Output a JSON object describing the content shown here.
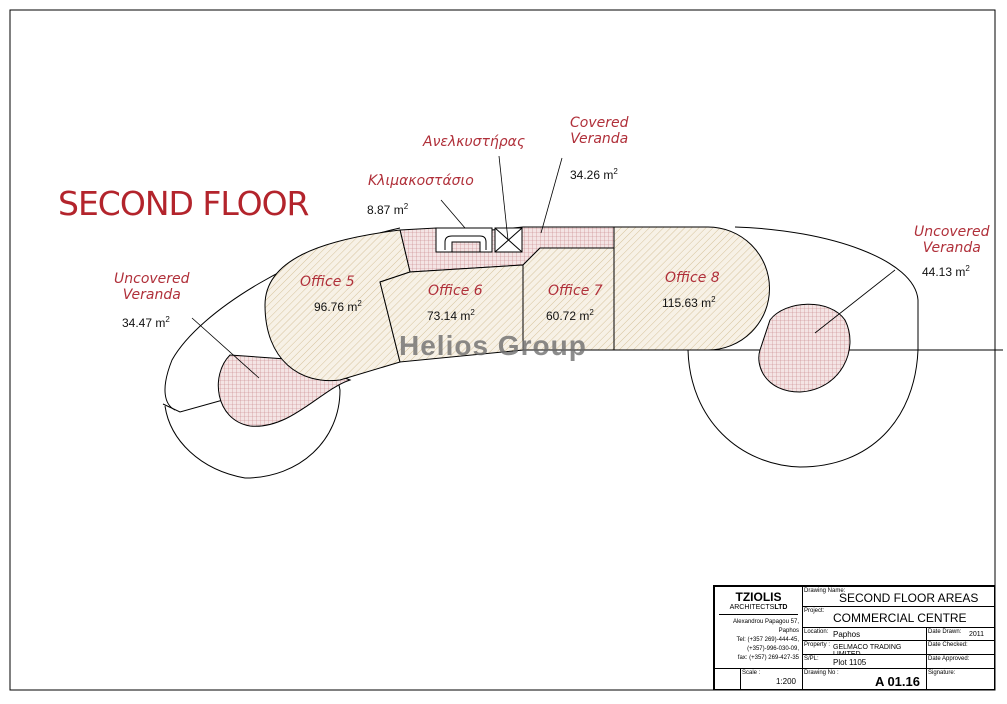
{
  "title": "SECOND FLOOR",
  "watermark": "Helios Group",
  "rooms": [
    {
      "name": "Office 5",
      "area": "96.76 m"
    },
    {
      "name": "Office 6",
      "area": "73.14 m"
    },
    {
      "name": "Office 7",
      "area": "60.72 m"
    },
    {
      "name": "Office 8",
      "area": "115.63 m"
    }
  ],
  "labels": {
    "stair": {
      "name": "Κλιμακοστάσιο",
      "area": "8.87 m"
    },
    "lift": {
      "name": "Ανελκυστήρας"
    },
    "covered": {
      "name1": "Covered",
      "name2": "Veranda",
      "area": "34.26 m"
    },
    "uncov_left": {
      "name1": "Uncovered",
      "name2": "Veranda",
      "area": "34.47 m"
    },
    "uncov_right": {
      "name1": "Uncovered",
      "name2": "Veranda",
      "area": "44.13 m"
    }
  },
  "sup": "2",
  "titleblock": {
    "firm": "TZIOLIS",
    "firm_sub": "ARCHITECTS",
    "firm_ltd": "LTD",
    "address": "Alexandrou Papagou 57, Paphos",
    "tel1": "Tel:  (+357 269)-444-45,",
    "tel2": "(+357)-996-030-09,",
    "fax": "fax: (+357) 269-427-35",
    "scale_label": "Scale :",
    "scale": "1:200",
    "drawing_name_label": "Drawing Name:",
    "drawing_name": "SECOND FLOOR AREAS",
    "project_label": "Project:",
    "project": "COMMERCIAL CENTRE",
    "location_label": "Location:",
    "location": "Paphos",
    "property_label": "Property :",
    "property": "GELMACO TRADING LIMITED",
    "spl_label": "S/PL:",
    "spl": "Plot 1105",
    "drawing_no_label": "Drawing No :",
    "drawing_no": "A 01.16",
    "date_drawn_label": "Date Drawn:",
    "date_drawn": "2011",
    "date_checked_label": "Date Checked:",
    "date_approved_label": "Date Approved:",
    "signature_label": "Signature:"
  },
  "colors": {
    "accent": "#b3242c",
    "hatch": "#d9c9a8",
    "grid": "#c88a8a"
  }
}
